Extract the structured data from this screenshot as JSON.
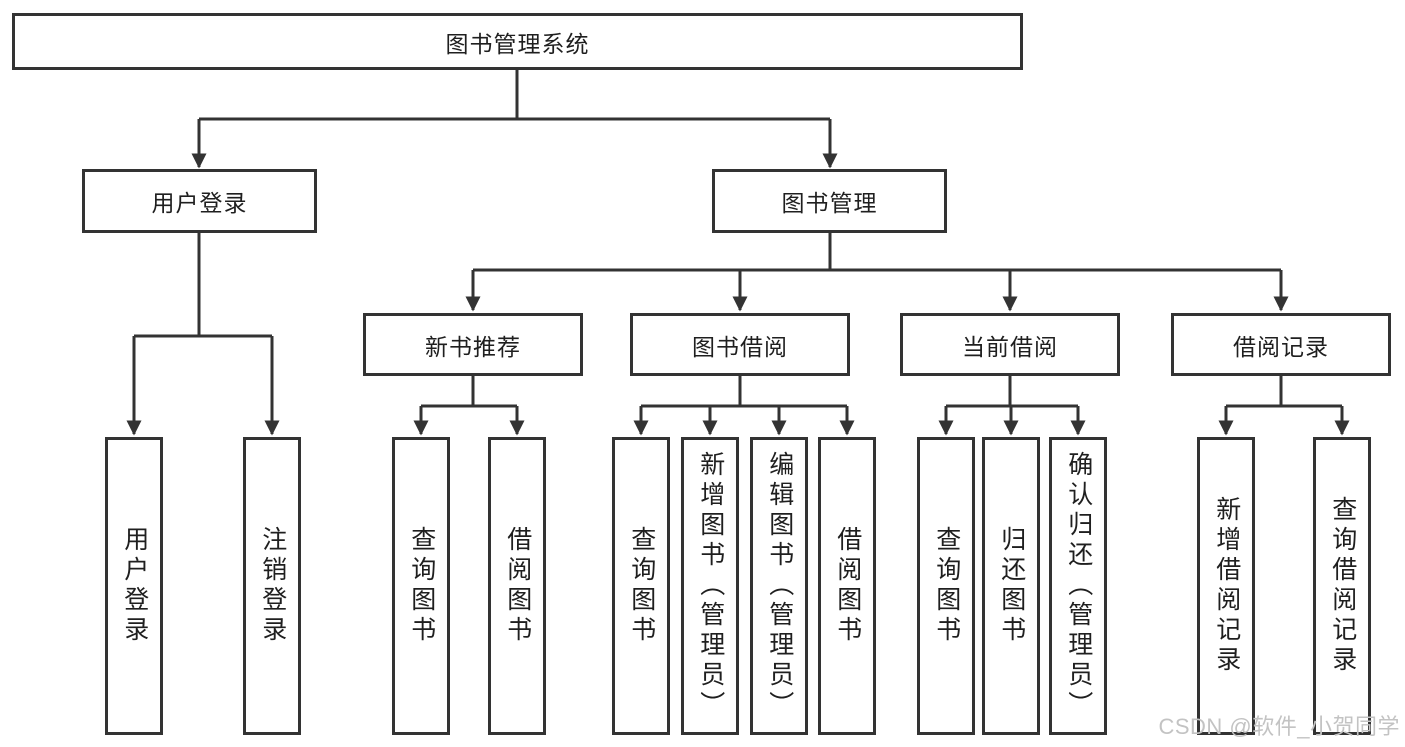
{
  "diagram": {
    "root": {
      "label": "图书管理系统"
    },
    "level2": [
      {
        "label": "用户登录"
      },
      {
        "label": "图书管理"
      }
    ],
    "level3": [
      {
        "label": "新书推荐"
      },
      {
        "label": "图书借阅"
      },
      {
        "label": "当前借阅"
      },
      {
        "label": "借阅记录"
      }
    ],
    "leaves": {
      "user_login": [
        "用户登录",
        "注销登录"
      ],
      "new_books": [
        "查询图书",
        "借阅图书"
      ],
      "book_borrow": [
        "查询图书",
        "新增图书（管理员）",
        "编辑图书（管理员）",
        "借阅图书"
      ],
      "current_borrow": [
        "查询图书",
        "归还图书",
        "确认归还（管理员）"
      ],
      "borrow_records": [
        "新增借阅记录",
        "查询借阅记录"
      ]
    }
  },
  "watermark": {
    "text": "CSDN @软件_小贺同学"
  },
  "colors": {
    "line": "#333333",
    "text": "#1f1f1f",
    "background": "#ffffff",
    "watermark": "#c3c3c3"
  }
}
